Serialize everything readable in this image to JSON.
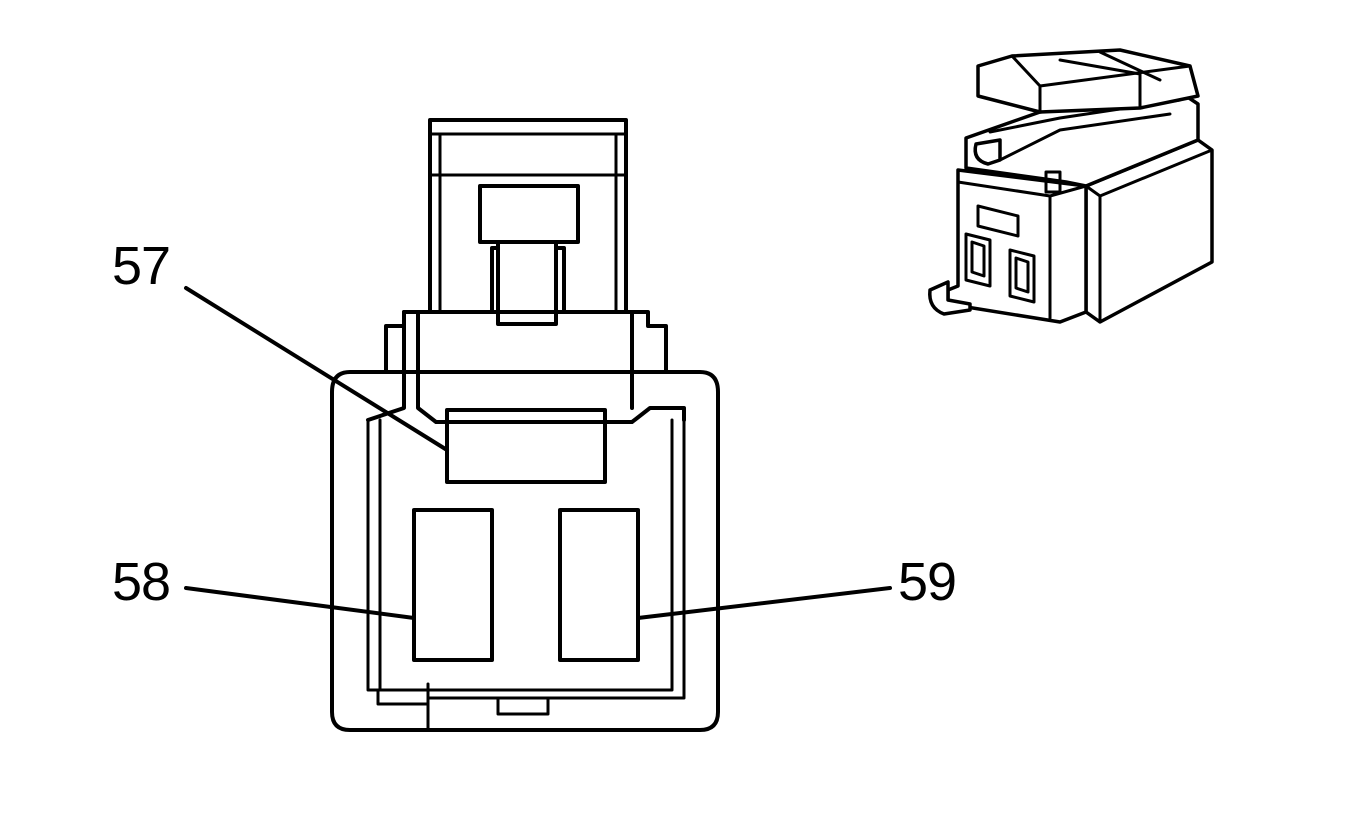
{
  "diagram": {
    "callouts": [
      {
        "id": "57",
        "label": "57",
        "target": "center-rectangular-terminal"
      },
      {
        "id": "58",
        "label": "58",
        "target": "left-terminal"
      },
      {
        "id": "59",
        "label": "59",
        "target": "right-terminal"
      }
    ],
    "colors": {
      "line": "#000000",
      "background": "#ffffff"
    }
  }
}
